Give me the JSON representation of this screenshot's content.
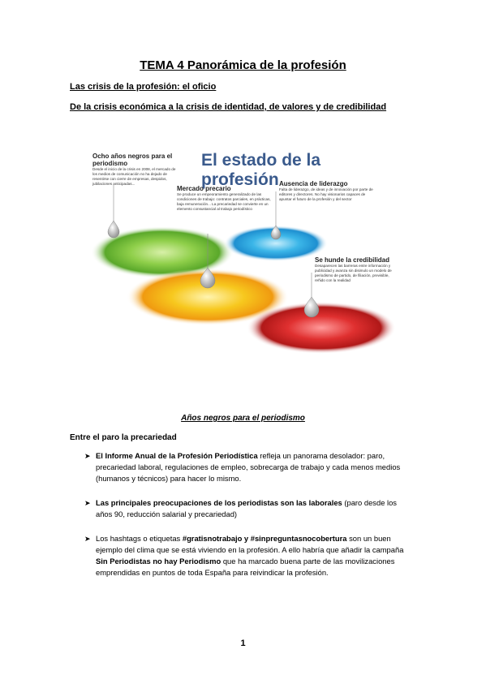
{
  "doc": {
    "title": "TEMA 4 Panorámica de la profesión",
    "heading1": "Las crisis de la profesión: el oficio",
    "heading2": "De la crisis económica a la crisis de identidad, de valores y de credibilidad",
    "section_title": "Años negros para el periodismo",
    "subheading": "Entre el paro la precariedad",
    "page_number": "1"
  },
  "infographic": {
    "title": "El estado de la profesión",
    "blocks": [
      {
        "heading": "Ocho años negros para el periodismo",
        "body": "Desde el inicio de la crisis en 2008, el mercado de los medios de comunicación no ha dejado de resentirse con cierre de empresas, despidos, jubilaciones anticipadas..."
      },
      {
        "heading": "Mercado precario",
        "body": "Se produce un empeoramiento generalizado de las condiciones de trabajo: contratos parciales, en prácticas, baja remuneración... La precariedad se convierte en un elemento consustancial al trabajo periodístico"
      },
      {
        "heading": "Ausencia de liderazgo",
        "body": "Falta de liderazgo, de ideas y de innovación por parte de editores y directores. No hay visionarios capaces de apuntar el futuro de la profesión y del sector"
      },
      {
        "heading": "Se hunde la credibilidad",
        "body": "Desaparecen las barreras entre información y publicidad y avanza sin disimulo un modelo de periodismo de partido, de filiación, previsible, reñido con la realidad"
      }
    ],
    "colors": {
      "green": "#7cc242",
      "blue": "#3bb6e8",
      "yellow": "#f7c81e",
      "red": "#d9232a",
      "title": "#3a5a8c"
    }
  },
  "bullets": [
    {
      "bold": "El Informe Anual de la Profesión Periodística",
      "rest": " refleja un panorama desolador: paro, precariedad laboral, regulaciones de empleo, sobrecarga de trabajo y cada menos medios (humanos y técnicos) para hacer lo mismo."
    },
    {
      "bold": "Las principales preocupaciones de los periodistas son las laborales",
      "rest": " (paro desde los años 90, reducción salarial y precariedad)"
    },
    {
      "pre": "Los hashtags o etiquetas ",
      "bold1": "#gratisnotrabajo y #sinpreguntasnocobertura",
      "mid": " son un buen ejemplo del clima que se está viviendo en la profesión. A ello habría que añadir la campaña ",
      "bold2": "Sin Periodistas no hay Periodismo",
      "post": " que ha marcado buena parte de las movilizaciones emprendidas en puntos de toda España para reivindicar la profesión."
    }
  ],
  "icons": {
    "bullet": "arrow-bullet-icon"
  }
}
